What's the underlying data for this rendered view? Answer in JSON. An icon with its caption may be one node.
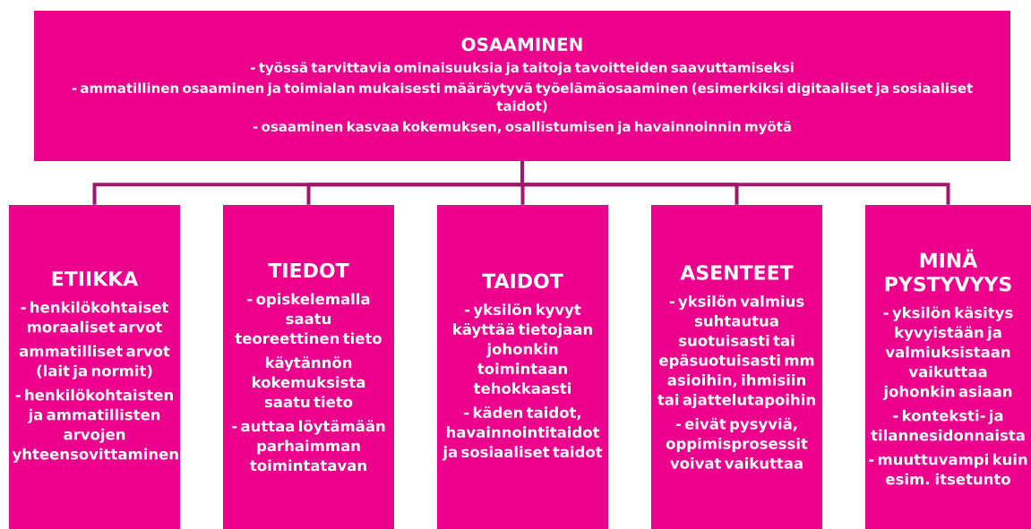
{
  "diagram": {
    "nodes": [
      {
        "text": [
          "OSAAMINEN",
          "- työssä tarvittavia ominaisuuksia ja taitoja tavoitteiden saavuttamiseksi",
          "- ammatillinen osaaminen ja toimialan mukaisesti määräytyvä työelämäosaaminen (esimerkiksi digitaaliset ja sosiaaliset taidot)",
          "- osaaminen kasvaa kokemuksen, osallistumisen ja havainnoinnin myötä"
        ]
      },
      {
        "text": [
          "ETIIKKA",
          "- henkilökohtaiset moraaliset arvot",
          "ammatilliset arvot (lait ja normit)",
          "- henkilökohtaisten ja ammatillisten arvojen yhteensovittaminen"
        ]
      },
      {
        "text": [
          "TIEDOT",
          "- opiskelemalla saatu teoreettinen tieto",
          "käytännön kokemuksista saatu tieto",
          "- auttaa löytämään parhaimman toimintatavan"
        ]
      },
      {
        "text": [
          "TAIDOT",
          "- yksilön kyvyt käyttää tietojaan johonkin toimintaan tehokkaasti",
          "- käden taidot, havainnointitaidot ja sosiaaliset taidot"
        ]
      },
      {
        "text": [
          "ASENTEET",
          "- yksilön valmius suhtautua suotuisasti tai epäsuotuisasti mm asioihin, ihmisiin tai ajattelutapoihin",
          "- eivät pysyviä, oppimisprosessit voivat vaikuttaa"
        ]
      },
      {
        "text": [
          "MINÄ PYSTYVYYS",
          "- yksilön käsitys kyvyistään ja valmiuksistaan vaikuttaa johonkin asiaan",
          "- konteksti- ja tilannesidonnaista",
          "- muuttuvampi kuin esim. itsetunto"
        ]
      }
    ],
    "edges": [
      {
        "from": 0,
        "to": 1,
        "arrow": "none"
      },
      {
        "from": 0,
        "to": 2,
        "arrow": "none"
      },
      {
        "from": 0,
        "to": 3,
        "arrow": "none"
      },
      {
        "from": 0,
        "to": 4,
        "arrow": "none"
      },
      {
        "from": 0,
        "to": 5,
        "arrow": "none"
      }
    ]
  }
}
